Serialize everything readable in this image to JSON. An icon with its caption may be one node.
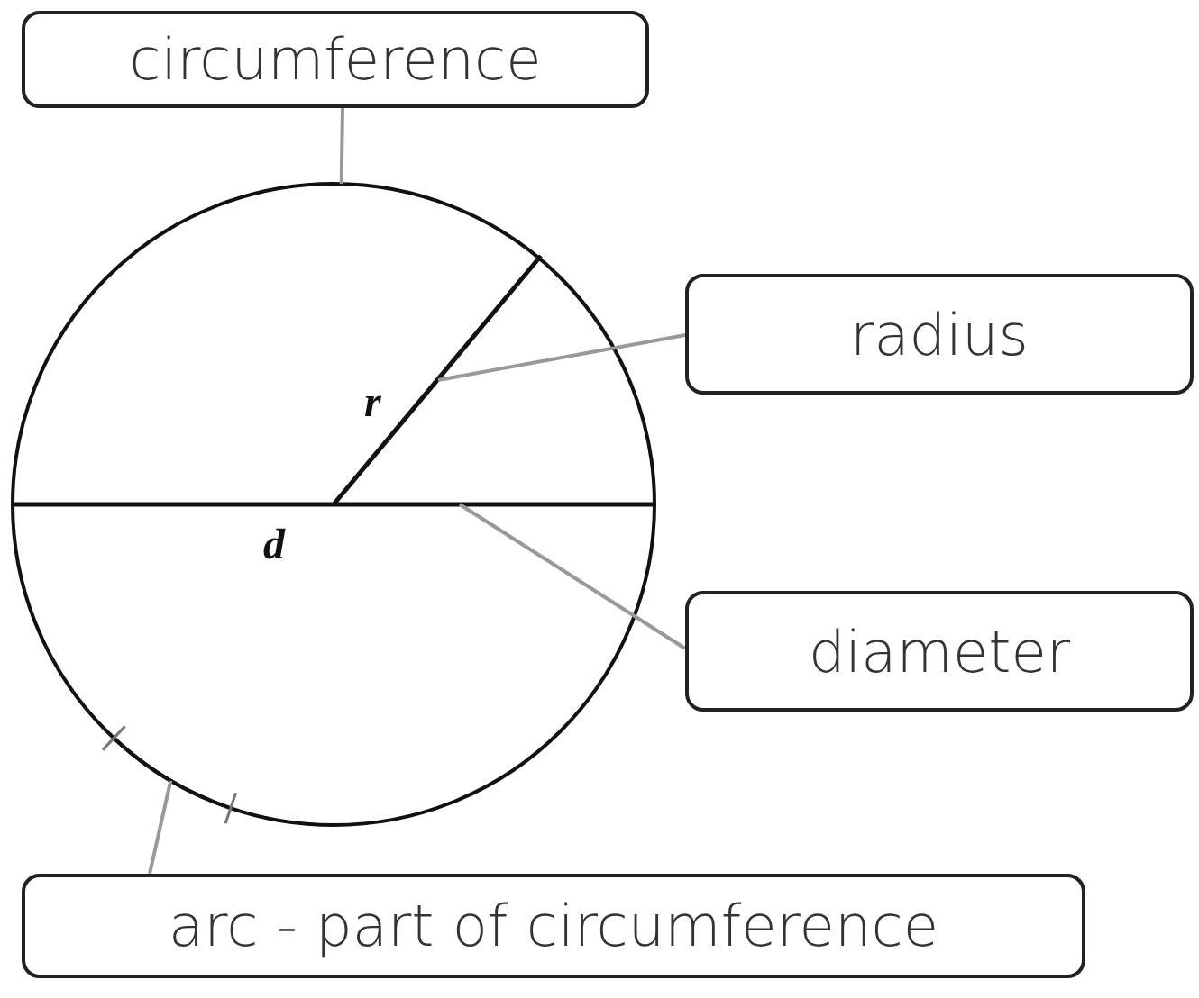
{
  "diagram": {
    "nodes": [
      {
        "text": [
          "circumference"
        ]
      },
      {
        "text": [
          "radius"
        ]
      },
      {
        "text": [
          "diameter"
        ]
      },
      {
        "text": [
          "arc - part of circumference"
        ]
      },
      {
        "text": [],
        "shape": "circle"
      },
      {
        "text": [],
        "shape": "line",
        "in": 4
      },
      {
        "text": [],
        "shape": "line",
        "in": 4
      },
      {
        "text": [],
        "shape": "arc",
        "in": 4
      }
    ],
    "edges": [
      {
        "from": 0,
        "to": 4,
        "arrow": "none"
      },
      {
        "from": 1,
        "to": 5,
        "arrow": "none"
      },
      {
        "from": 2,
        "to": 6,
        "arrow": "none"
      },
      {
        "from": 3,
        "to": 7,
        "arrow": "none"
      }
    ],
    "labels": [
      "r",
      "d"
    ]
  }
}
